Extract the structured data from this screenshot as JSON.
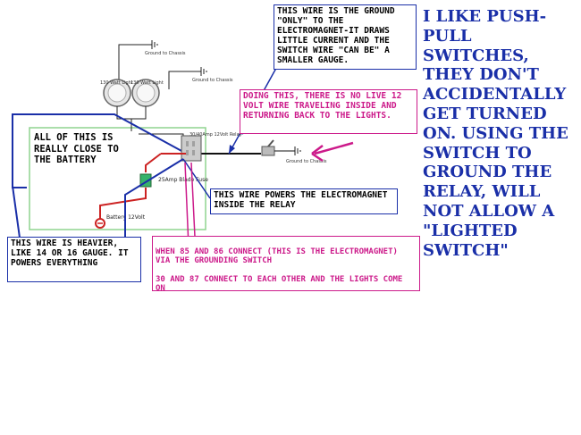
{
  "notes": {
    "ground_wire": "THIS WIRE IS THE GROUND \"ONLY\" TO THE ELECTROMAGNET-IT DRAWS LITTLE CURRENT AND THE SWITCH WIRE \"CAN BE\" A SMALLER GAUGE.",
    "no_live_wire": "DOING THIS, THERE IS NO LIVE 12 VOLT WIRE TRAVELING INSIDE AND RETURNING BACK TO THE LIGHTS.",
    "close_to_battery": "ALL OF THIS IS REALLY CLOSE TO THE BATTERY",
    "powers_electromagnet": "THIS WIRE POWERS THE ELECTROMAGNET INSIDE THE RELAY",
    "heavier_wire": "THIS WIRE IS HEAVIER, LIKE 14 OR 16 GAUGE. IT POWERS EVERYTHING",
    "connect_85_86": "WHEN  85 AND 86 CONNECT (THIS IS THE ELECTROMAGNET) VIA THE GROUNDING SWITCH",
    "connect_30_87": "30 AND 87 CONNECT TO EACH OTHER AND THE LIGHTS COME ON"
  },
  "big_note": "I LIKE PUSH-PULL SWITCHES, THEY DON'T ACCIDENTALLY GET TURNED ON. USING  THE SWITCH TO GROUND THE RELAY, WILL NOT ALLOW A \"LIGHTED SWITCH\"",
  "labels": {
    "ground_chassis_top": "Ground to Chassis",
    "ground_chassis_right": "Ground to Chassis",
    "ground_chassis_switch": "Ground to Chassis",
    "light_left": "130 Watt Light",
    "light_right": "130 Watt Light",
    "relay": "30/40Amp 12Volt Relay",
    "fuse": "25Amp Blade Fuse",
    "battery": "Battery 12Volt"
  },
  "colors": {
    "blue": "#1a2fa8",
    "pink": "#cc1a8a",
    "green": "#8fd48f",
    "red": "#cc2222"
  }
}
